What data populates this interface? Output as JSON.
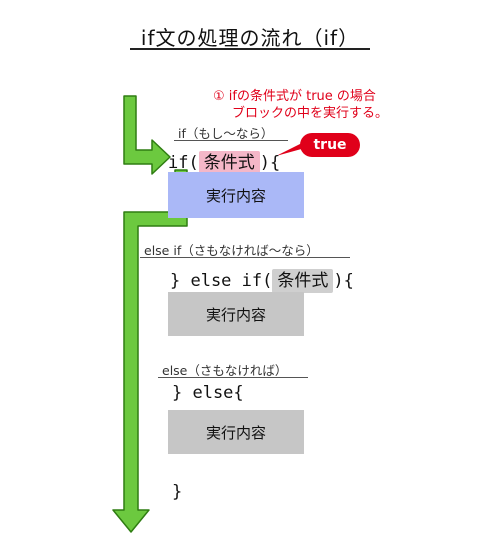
{
  "title": "if文の処理の流れ（if）",
  "note": {
    "line1": "① ifの条件式が true の場合",
    "line2": "ブロックの中を実行する。"
  },
  "true_label": "true",
  "if_block": {
    "label": "if（もし～なら）",
    "code_open": "if(",
    "condition": "条件式",
    "code_close": "){",
    "body": "実行内容"
  },
  "else_if_block": {
    "label": "else if（さもなければ～なら）",
    "code_open": "} else if(",
    "condition": "条件式",
    "code_close": "){",
    "body": "実行内容"
  },
  "else_block": {
    "label": "else（さもなければ）",
    "code": "} else{",
    "body": "実行内容"
  },
  "closing_brace": "}",
  "colors": {
    "arrow_fill": "#6cc93f",
    "arrow_stroke": "#2f7d12",
    "highlight_true": "#e0001a",
    "if_body": "#aab8f7",
    "other_body": "#c6c6c6",
    "condition_if": "#f4b7c8",
    "condition_else_if": "#cfcfcf"
  }
}
